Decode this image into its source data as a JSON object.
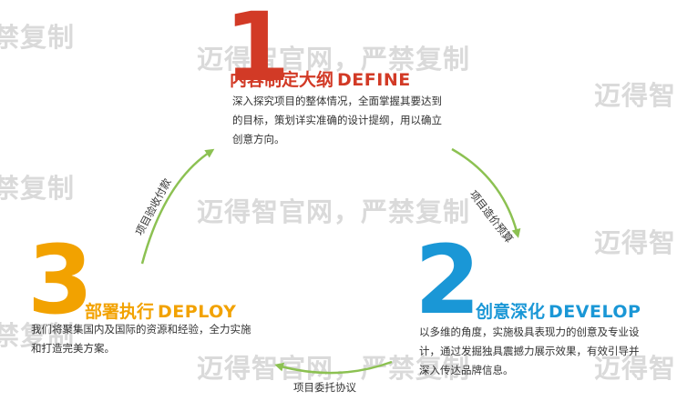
{
  "watermarks": {
    "w1": "禁复制",
    "w2": "迈得智官网，严禁复制",
    "w3": "迈得智",
    "w4": "禁复制",
    "w5": "迈得智官网，严禁复制",
    "w6": "迈得智",
    "w7": "禁复制",
    "w8": "迈得智官网，严禁复制",
    "w9": "迈得智"
  },
  "steps": {
    "define": {
      "number": "1",
      "title_cn": "内容制定大纲",
      "title_en": "DEFINE",
      "color": "#d23a26",
      "lines": [
        "深入探究项目的整体情况，全面掌握其要达到",
        "的目标，策划详实准确的设计提纲，用以确立",
        "创意方向。"
      ]
    },
    "develop": {
      "number": "2",
      "title_cn": "创意深化",
      "title_en": "DEVELOP",
      "color": "#1a97d6",
      "lines": [
        "以多维的角度，实施极具表现力的创意及专业设",
        "计，通过发掘独具震撼力展示效果，有效引导并",
        "深入传达品牌信息。"
      ]
    },
    "deploy": {
      "number": "3",
      "title_cn": "部署执行",
      "title_en": "DEPLOY",
      "color": "#f2a200",
      "lines": [
        "我们将聚集国内及国际的资源和经验，全力实施",
        "和打造完美方案。"
      ]
    }
  },
  "arrows": {
    "color": "#8cc152",
    "top_right_label": "项目造价预算",
    "bottom_label": "项目委托协议",
    "left_label": "项目验收付款"
  }
}
